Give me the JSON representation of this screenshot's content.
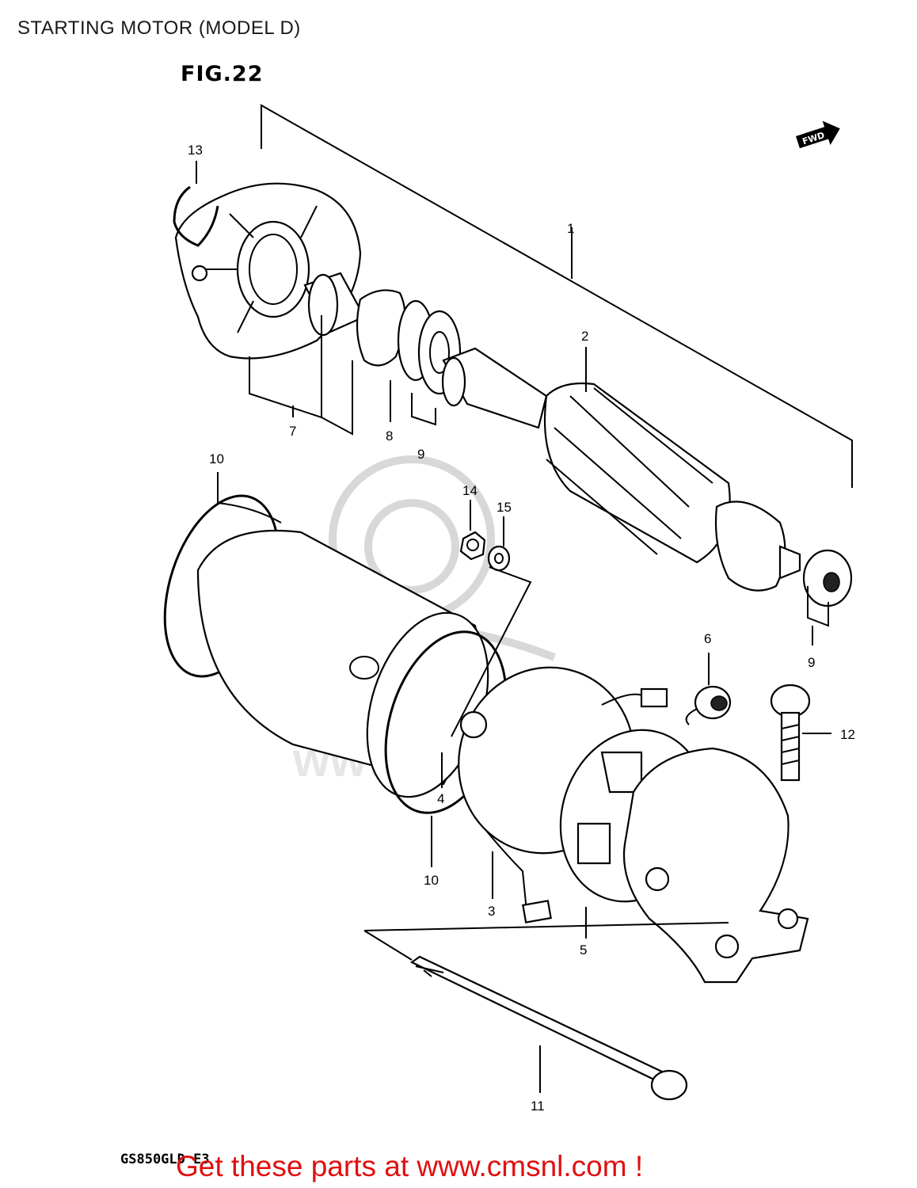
{
  "header": {
    "title": "STARTING MOTOR (MODEL D)"
  },
  "figure": {
    "label": "FIG.22",
    "fwd_marker": "FWD"
  },
  "callouts": [
    {
      "id": "13",
      "label": "13"
    },
    {
      "id": "1",
      "label": "1"
    },
    {
      "id": "2",
      "label": "2"
    },
    {
      "id": "7",
      "label": "7"
    },
    {
      "id": "8",
      "label": "8"
    },
    {
      "id": "9a",
      "label": "9"
    },
    {
      "id": "10a",
      "label": "10"
    },
    {
      "id": "14",
      "label": "14"
    },
    {
      "id": "15",
      "label": "15"
    },
    {
      "id": "9b",
      "label": "9"
    },
    {
      "id": "6",
      "label": "6"
    },
    {
      "id": "12",
      "label": "12"
    },
    {
      "id": "4",
      "label": "4"
    },
    {
      "id": "10b",
      "label": "10"
    },
    {
      "id": "3",
      "label": "3"
    },
    {
      "id": "5",
      "label": "5"
    },
    {
      "id": "11",
      "label": "11"
    }
  ],
  "footer": {
    "model_code": "GS850GLD E3",
    "cta": "Get these parts at www.cmsnl.com !"
  },
  "colors": {
    "cta": "#e01010",
    "line": "#000000",
    "watermark": "#d8d8d8"
  }
}
